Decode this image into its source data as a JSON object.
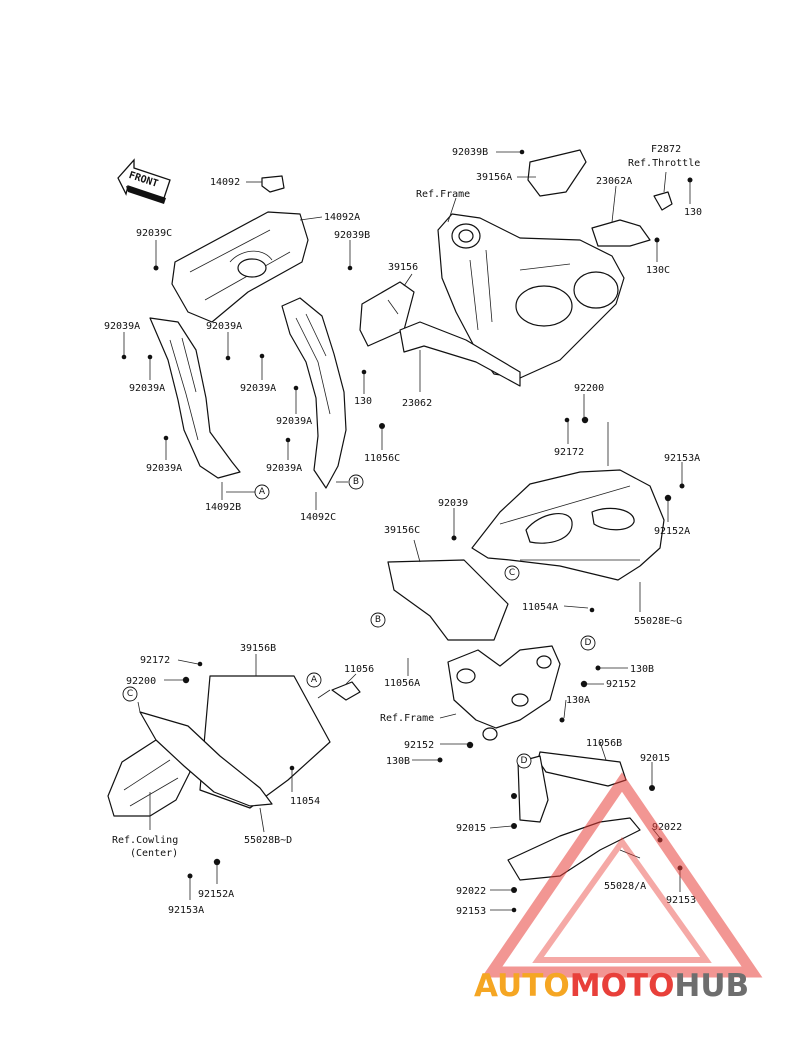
{
  "front_arrow": {
    "text": "FRONT"
  },
  "labels": {
    "l14092": "14092",
    "l14092A": "14092A",
    "l92039C": "92039C",
    "l92039A_1": "92039A",
    "l92039A_2": "92039A",
    "l92039A_3": "92039A",
    "l92039A_4": "92039A",
    "l92039A_5": "92039A",
    "l92039A_6": "92039A",
    "l92039A_7": "92039A",
    "l14092B": "14092B",
    "l14092C": "14092C",
    "l92039B_1": "92039B",
    "l39156": "39156",
    "l130_1": "130",
    "l23062": "23062",
    "l11056C": "11056C",
    "l92039B_2": "92039B",
    "l39156A": "39156A",
    "lRefFrame1": "Ref.Frame",
    "l23062A": "23062A",
    "lF2872": "F2872",
    "lRefThrottle": "Ref.Throttle",
    "l130_2": "130",
    "l130C": "130C",
    "l92200_1": "92200",
    "l92172_1": "92172",
    "l92153A_1": "92153A",
    "l92152A_1": "92152A",
    "l92039": "92039",
    "l39156C": "39156C",
    "l11054A": "11054A",
    "l55028EG": "55028E~G",
    "l11056A": "11056A",
    "l39156B": "39156B",
    "l92172_2": "92172",
    "l92200_2": "92200",
    "l11056": "11056",
    "l11054": "11054",
    "l55028BD": "55028B~D",
    "lRefCowling": "Ref.Cowling",
    "lCenter": "(Center)",
    "l92152A_2": "92152A",
    "l92153A_2": "92153A",
    "l130B_1": "130B",
    "l92152_1": "92152",
    "l130A": "130A",
    "lRefFrame2": "Ref.Frame",
    "l92152_2": "92152",
    "l130B_2": "130B",
    "l11056B": "11056B",
    "l92015_1": "92015",
    "l92015_2": "92015",
    "l92022_1": "92022",
    "l92022_2": "92022",
    "l550281A": "55028/A",
    "l92153_1": "92153",
    "l92153_2": "92153"
  },
  "callouts": {
    "a1": "A",
    "a2": "A",
    "b1": "B",
    "b2": "B",
    "c1": "C",
    "c2": "C",
    "d1": "D",
    "d2": "D"
  },
  "watermark": {
    "text_auto": "AUTO",
    "text_moto": "MOTO",
    "text_hub": "HUB",
    "color_orange": "#f5a623",
    "color_red": "#e8403a",
    "color_gray": "#6e6e6e"
  }
}
